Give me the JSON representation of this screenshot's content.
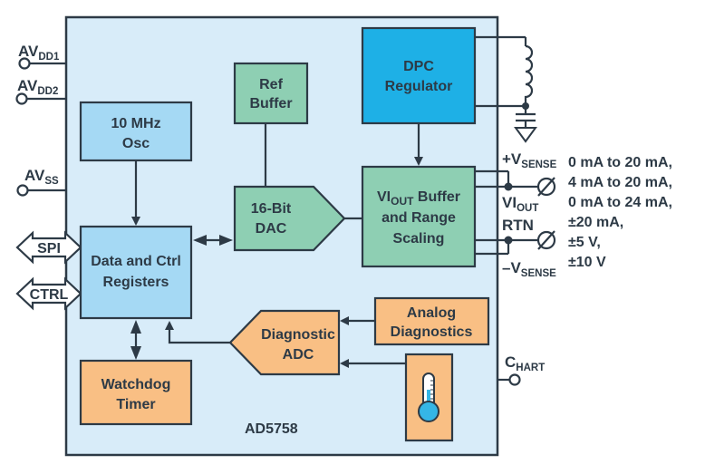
{
  "title": "AD5758",
  "colors": {
    "chip_fill": "#d8ecf9",
    "line": "#2d3a46",
    "blue_block": "#a5d9f4",
    "dpc_block": "#1eb0e6",
    "green_block": "#8ecfb3",
    "orange_block": "#f9bf84",
    "thermometer_bulb": "#35b6e6"
  },
  "blocks": {
    "osc": {
      "line1": "10 MHz",
      "line2": "Osc"
    },
    "ref_buffer": {
      "line1": "Ref",
      "line2": "Buffer"
    },
    "dpc_regulator": {
      "line1": "DPC",
      "line2": "Regulator"
    },
    "dac": {
      "line1": "16-Bit",
      "line2": "DAC"
    },
    "registers": {
      "line1": "Data and Ctrl",
      "line2": "Registers"
    },
    "vi_buffer": {
      "line1_main": "VI",
      "line1_sub": "OUT",
      "line1_rest": " Buffer",
      "line2": "and Range",
      "line3": "Scaling"
    },
    "watchdog": {
      "line1": "Watchdog",
      "line2": "Timer"
    },
    "diag_adc": {
      "line1": "Diagnostic",
      "line2": "ADC"
    },
    "analog_diag": {
      "line1": "Analog",
      "line2": "Diagnostics"
    },
    "temp_sensor": {
      "icon": "thermometer-icon"
    }
  },
  "pins": {
    "avdd1": {
      "main": "AV",
      "sub": "DD1"
    },
    "avdd2": {
      "main": "AV",
      "sub": "DD2"
    },
    "avss": {
      "main": "AV",
      "sub": "SS"
    },
    "spi": "SPI",
    "ctrl": "CTRL",
    "vsense_plus": {
      "main": "+V",
      "sub": "SENSE"
    },
    "viout": {
      "main": "VI",
      "sub": "OUT"
    },
    "rtn": "RTN",
    "vsense_minus": {
      "main": "–V",
      "sub": "SENSE"
    },
    "chart": {
      "main": "C",
      "sub": "HART"
    }
  },
  "output_ranges": [
    "0 mA to 20 mA,",
    "4 mA to 20 mA,",
    "0 mA to 24 mA,",
    "±20 mA,",
    "±5 V,",
    "±10 V"
  ]
}
